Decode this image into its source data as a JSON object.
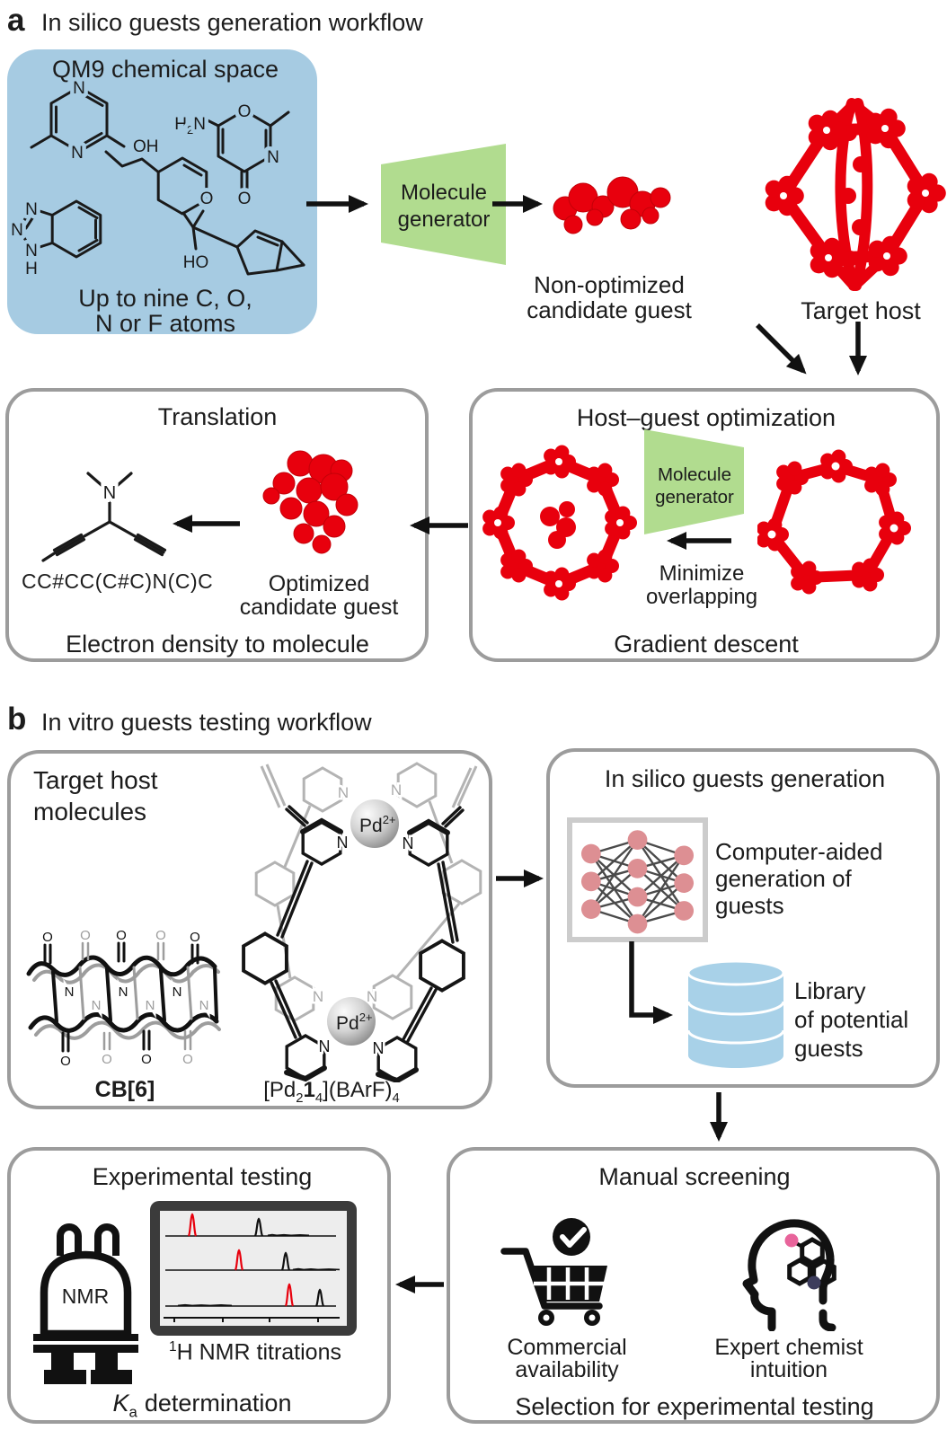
{
  "colors": {
    "density_red": "#e8000d",
    "qm9_blue": "#a6cbe2",
    "generator_green": "#b1dc8f",
    "border_gray": "#9c9c9c",
    "nn_node_pink": "#dd8f93",
    "database_blue": "#a8d1e8",
    "screen_frame_dark": "#3b3b3b",
    "screen_bg": "#ededed",
    "head_pink_dot": "#e8649b",
    "head_navy_dot": "#3c3c5c"
  },
  "panel_a": {
    "label": "a",
    "title": "In silico guests generation workflow",
    "qm9_box": {
      "title": "QM9 chemical space",
      "caption_lines": [
        "Up to nine C, O,",
        "N or F atoms"
      ],
      "atoms": {
        "n": "N",
        "o": "O",
        "oh": "OH",
        "ho": "HO",
        "h": "H",
        "sub2": "2"
      }
    },
    "generator": {
      "lines": [
        "Molecule",
        "generator"
      ]
    },
    "non_optimized_guest_label_lines": [
      "Non-optimized",
      "candidate guest"
    ],
    "target_host_label": "Target host",
    "translation_box": {
      "title": "Translation",
      "molecule_atom_n": "N",
      "smiles": "CC#CC(C#C)N(C)C",
      "optimized_guest_label_lines": [
        "Optimized",
        "candidate guest"
      ],
      "caption": "Electron density to molecule"
    },
    "optimization_box": {
      "title": "Host–guest optimization",
      "generator_lines": [
        "Molecule",
        "generator"
      ],
      "minimize_lines": [
        "Minimize",
        "overlapping"
      ],
      "caption": "Gradient descent"
    }
  },
  "panel_b": {
    "label": "b",
    "title": "In vitro guests testing workflow",
    "hosts_box": {
      "title_lines": [
        "Target host",
        "molecules"
      ],
      "atom_n": "N",
      "atom_o": "O",
      "pd_ion": {
        "symbol": "Pd",
        "charge": "2+"
      },
      "cb6_label": "CB[6]",
      "pd_cage_label": {
        "open": "[Pd",
        "sub_2": "2",
        "bold_1": "1",
        "sub_4a": "4",
        "close": "](BArF)",
        "sub_4b": "4"
      }
    },
    "insilico_box": {
      "title": "In silico guests generation",
      "nn_caption_lines": [
        "Computer-aided",
        "generation of",
        "guests"
      ],
      "library_label_lines": [
        "Library",
        "of potential",
        "guests"
      ]
    },
    "screening_box": {
      "title": "Manual screening",
      "commercial_label_lines": [
        "Commercial",
        "availability"
      ],
      "expert_label_lines": [
        "Expert chemist",
        "intuition"
      ],
      "caption": "Selection for experimental testing"
    },
    "testing_box": {
      "title": "Experimental testing",
      "nmr_label": "NMR",
      "titration_label": {
        "sup": "1",
        "rest": "H NMR titrations"
      },
      "ka_label": {
        "symbol": "K",
        "sub": "a",
        "rest": "determination"
      }
    }
  }
}
